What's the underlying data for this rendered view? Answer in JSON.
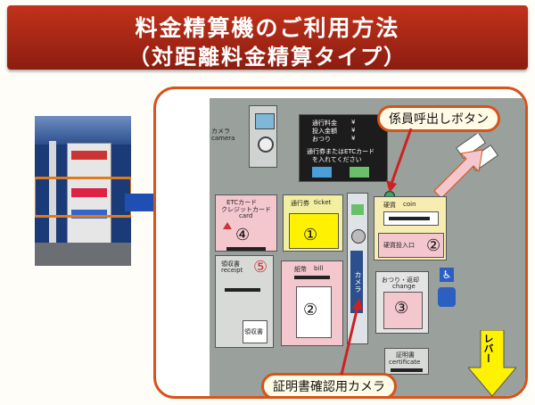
{
  "title": {
    "line1": "料金精算機のご利用方法",
    "line2": "（対距離料金精算タイプ）"
  },
  "callouts": {
    "staff_button": "係員呼出しボタン",
    "camera": "証明書確認用カメラ"
  },
  "machine": {
    "camera_label": "カメラ",
    "camera_sub": "camera",
    "display": {
      "line1": "通行料金",
      "line2": "投入金額",
      "line3": "おつり",
      "yen": "¥",
      "line4": "通行券またはETCカード",
      "line5": "を入れてください"
    },
    "etc": {
      "label1": "ETCカード",
      "label2": "クレジットカード",
      "label3": "card",
      "number": "④"
    },
    "ticket": {
      "label": "通行券",
      "en": "ticket",
      "number": "①"
    },
    "coin": {
      "label": "硬貨",
      "en": "coin",
      "insert": "硬貨投入口",
      "number": "②"
    },
    "receipt": {
      "label": "領収書",
      "en": "receipt",
      "number": "⑤",
      "sub": "領収書"
    },
    "bill": {
      "label": "紙幣",
      "en": "bill",
      "number": "②"
    },
    "camera_vertical": "カメラ",
    "change": {
      "label": "おつり・返却",
      "en": "change",
      "number": "③"
    },
    "certificate": {
      "label": "証明書",
      "en": "certificate"
    },
    "lever": "レバー"
  },
  "colors": {
    "accent": "#d6531a",
    "banner": "#a32614",
    "yellow": "#fff200",
    "pink": "#f4c7cf"
  }
}
